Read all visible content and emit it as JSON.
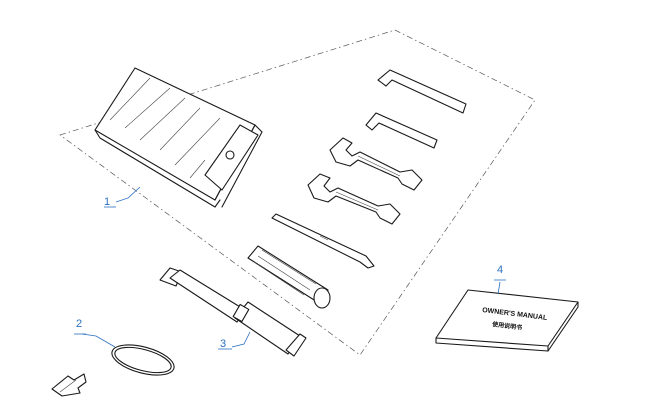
{
  "callouts": [
    {
      "id": "1",
      "label": "1"
    },
    {
      "id": "2",
      "label": "2"
    },
    {
      "id": "3",
      "label": "3"
    },
    {
      "id": "4",
      "label": "4"
    }
  ],
  "manual": {
    "title": "OWNER'S MANUAL",
    "subtitle": "使用说明书"
  },
  "icons": [
    "tool-bag-icon",
    "hex-key-icon",
    "open-end-wrench-icon",
    "screwdriver-icon",
    "spark-plug-wrench-icon",
    "o-ring-icon",
    "owners-manual-icon",
    "forward-arrow-icon"
  ],
  "colors": {
    "callout": "#2a6fc2",
    "line": "#1a1a1a"
  }
}
